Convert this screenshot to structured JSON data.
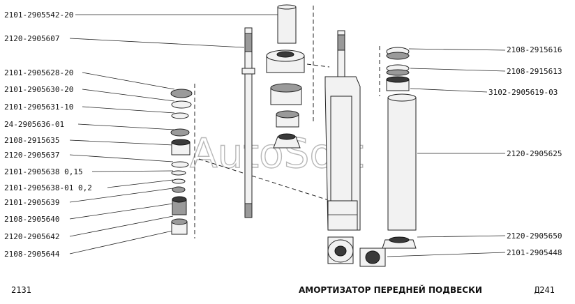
{
  "labels_left": [
    "2101-2905542-20",
    "2120-2905607",
    "2101-2905628-20",
    "2101-2905630-20",
    "2101-2905631-10",
    "24-2905636-01",
    "2108-2915635",
    "2120-2905637",
    "2101-2905638 0,15",
    "2101-2905638-01 0,2",
    "2101-2905639",
    "2108-2905640",
    "2120-2905642",
    "2108-2905644"
  ],
  "labels_right": [
    "2108-2915616",
    "2108-2915613",
    "3102-2905619-03",
    "2120-2905625",
    "2120-2905650",
    "2101-2905448"
  ],
  "footer": {
    "page_left": "2131",
    "caption": "АМОРТИЗАТОР ПЕРЕДНЕЙ ПОДВЕСКИ",
    "code": "Д241"
  },
  "watermark": "AutoSoft"
}
